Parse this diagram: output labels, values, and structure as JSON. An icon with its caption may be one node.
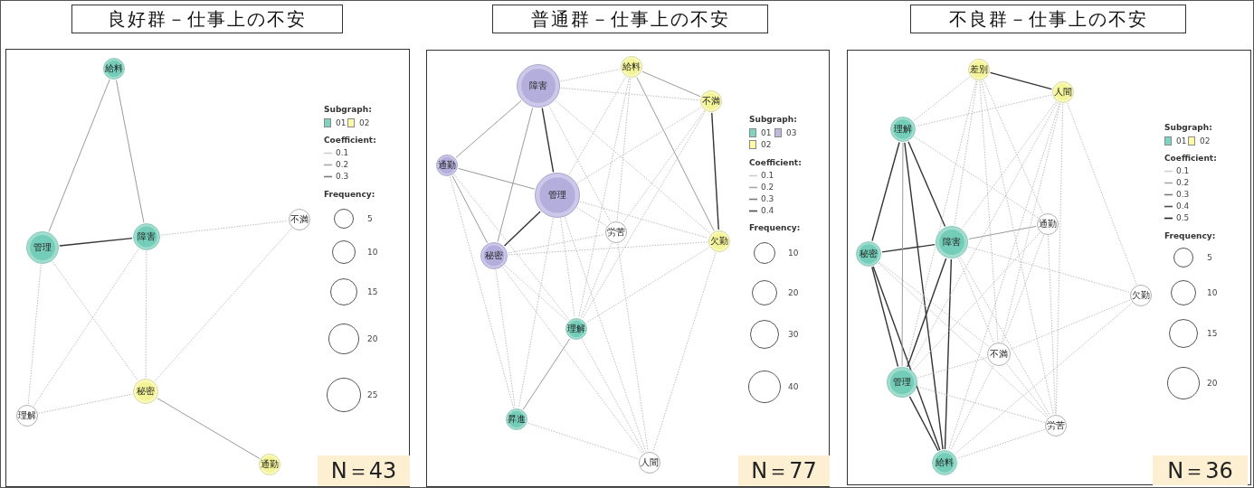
{
  "diagram": {
    "nodes": [
      {
        "text": [
          "良好群－仕事上の不安"
        ]
      },
      {
        "text": [],
        "shape": "box"
      },
      {
        "text": [
          "給料"
        ],
        "in": 1
      },
      {
        "text": [
          "不満"
        ],
        "in": 1
      },
      {
        "text": [
          "障害"
        ],
        "in": 1
      },
      {
        "text": [
          "管理"
        ],
        "in": 1
      },
      {
        "text": [
          "秘密"
        ],
        "in": 1
      },
      {
        "text": [
          "理解"
        ],
        "in": 1
      },
      {
        "text": [
          "通勤"
        ],
        "in": 1
      },
      {
        "text": [
          "N＝43"
        ],
        "in": 1
      },
      {
        "text": [
          "普通群－仕事上の不安"
        ]
      },
      {
        "text": [],
        "shape": "box"
      },
      {
        "text": [
          "給料"
        ],
        "in": 11
      },
      {
        "text": [
          "障害"
        ],
        "in": 11
      },
      {
        "text": [
          "不満"
        ],
        "in": 11
      },
      {
        "text": [
          "通勤"
        ],
        "in": 11
      },
      {
        "text": [
          "管理"
        ],
        "in": 11
      },
      {
        "text": [
          "欠勤"
        ],
        "in": 11
      },
      {
        "text": [
          "労苦"
        ],
        "in": 11
      },
      {
        "text": [
          "秘密"
        ],
        "in": 11
      },
      {
        "text": [
          "理解"
        ],
        "in": 11
      },
      {
        "text": [
          "昇進"
        ],
        "in": 11
      },
      {
        "text": [
          "人間"
        ],
        "in": 11
      },
      {
        "text": [
          "N＝77"
        ],
        "in": 11
      },
      {
        "text": [
          "不良群－仕事上の不安"
        ]
      },
      {
        "text": [],
        "shape": "box"
      },
      {
        "text": [
          "差別"
        ],
        "in": 25
      },
      {
        "text": [
          "人間"
        ],
        "in": 25
      },
      {
        "text": [
          "理解"
        ],
        "in": 25
      },
      {
        "text": [
          "通勤"
        ],
        "in": 25
      },
      {
        "text": [
          "障害"
        ],
        "in": 25
      },
      {
        "text": [
          "秘密"
        ],
        "in": 25
      },
      {
        "text": [
          "欠勤"
        ],
        "in": 25
      },
      {
        "text": [
          "不満"
        ],
        "in": 25
      },
      {
        "text": [
          "管理"
        ],
        "in": 25
      },
      {
        "text": [
          "労苦"
        ],
        "in": 25
      },
      {
        "text": [
          "給料"
        ],
        "in": 25
      },
      {
        "text": [
          "N＝36"
        ],
        "in": 25
      }
    ],
    "edges": [
      {
        "from": 2,
        "to": 5,
        "arrow": "none"
      },
      {
        "from": 2,
        "to": 4,
        "arrow": "none"
      },
      {
        "from": 5,
        "to": 4,
        "arrow": "none",
        "color": "#333333"
      },
      {
        "from": 6,
        "to": 8,
        "arrow": "none"
      },
      {
        "from": 4,
        "to": 3,
        "arrow": "none",
        "style": "dashed"
      },
      {
        "from": 5,
        "to": 7,
        "arrow": "none",
        "style": "dashed"
      },
      {
        "from": 5,
        "to": 6,
        "arrow": "none",
        "style": "dashed"
      },
      {
        "from": 4,
        "to": 6,
        "arrow": "none",
        "style": "dashed"
      },
      {
        "from": 4,
        "to": 7,
        "arrow": "none",
        "style": "dashed"
      },
      {
        "from": 3,
        "to": 6,
        "arrow": "none",
        "style": "dashed"
      },
      {
        "from": 7,
        "to": 6,
        "arrow": "none",
        "style": "dashed"
      },
      {
        "from": 13,
        "to": 16,
        "arrow": "none",
        "color": "#333333"
      },
      {
        "from": 16,
        "to": 19,
        "arrow": "none",
        "color": "#333333"
      },
      {
        "from": 14,
        "to": 17,
        "arrow": "none",
        "color": "#333333"
      },
      {
        "from": 13,
        "to": 15,
        "arrow": "none"
      },
      {
        "from": 13,
        "to": 19,
        "arrow": "none"
      },
      {
        "from": 15,
        "to": 16,
        "arrow": "none"
      },
      {
        "from": 15,
        "to": 19,
        "arrow": "none"
      },
      {
        "from": 12,
        "to": 14,
        "arrow": "none"
      },
      {
        "from": 12,
        "to": 17,
        "arrow": "none"
      },
      {
        "from": 20,
        "to": 21,
        "arrow": "none"
      },
      {
        "from": 13,
        "to": 12,
        "arrow": "none",
        "style": "dashed"
      },
      {
        "from": 13,
        "to": 14,
        "arrow": "none",
        "style": "dashed"
      },
      {
        "from": 13,
        "to": 18,
        "arrow": "none",
        "style": "dashed"
      },
      {
        "from": 13,
        "to": 17,
        "arrow": "none",
        "style": "dashed"
      },
      {
        "from": 12,
        "to": 16,
        "arrow": "none",
        "style": "dashed"
      },
      {
        "from": 12,
        "to": 18,
        "arrow": "none",
        "style": "dashed"
      },
      {
        "from": 12,
        "to": 20,
        "arrow": "none",
        "style": "dashed"
      },
      {
        "from": 14,
        "to": 16,
        "arrow": "none",
        "style": "dashed"
      },
      {
        "from": 14,
        "to": 18,
        "arrow": "none",
        "style": "dashed"
      },
      {
        "from": 14,
        "to": 20,
        "arrow": "none",
        "style": "dashed"
      },
      {
        "from": 15,
        "to": 21,
        "arrow": "none",
        "style": "dashed"
      },
      {
        "from": 15,
        "to": 20,
        "arrow": "none",
        "style": "dashed"
      },
      {
        "from": 16,
        "to": 18,
        "arrow": "none",
        "style": "dashed"
      },
      {
        "from": 16,
        "to": 17,
        "arrow": "none",
        "style": "dashed"
      },
      {
        "from": 16,
        "to": 20,
        "arrow": "none",
        "style": "dashed"
      },
      {
        "from": 16,
        "to": 21,
        "arrow": "none",
        "style": "dashed"
      },
      {
        "from": 16,
        "to": 22,
        "arrow": "none",
        "style": "dashed"
      },
      {
        "from": 19,
        "to": 18,
        "arrow": "none",
        "style": "dashed"
      },
      {
        "from": 19,
        "to": 20,
        "arrow": "none",
        "style": "dashed"
      },
      {
        "from": 19,
        "to": 21,
        "arrow": "none",
        "style": "dashed"
      },
      {
        "from": 19,
        "to": 22,
        "arrow": "none",
        "style": "dashed"
      },
      {
        "from": 18,
        "to": 20,
        "arrow": "none",
        "style": "dashed"
      },
      {
        "from": 18,
        "to": 22,
        "arrow": "none",
        "style": "dashed"
      },
      {
        "from": 17,
        "to": 19,
        "arrow": "none",
        "style": "dashed"
      },
      {
        "from": 17,
        "to": 20,
        "arrow": "none",
        "style": "dashed"
      },
      {
        "from": 17,
        "to": 22,
        "arrow": "none",
        "style": "dashed"
      },
      {
        "from": 21,
        "to": 22,
        "arrow": "none",
        "style": "dashed"
      },
      {
        "from": 20,
        "to": 22,
        "arrow": "none",
        "style": "dashed"
      },
      {
        "from": 26,
        "to": 27,
        "arrow": "none",
        "color": "#333333"
      },
      {
        "from": 28,
        "to": 31,
        "arrow": "none",
        "color": "#333333"
      },
      {
        "from": 28,
        "to": 30,
        "arrow": "none",
        "color": "#333333"
      },
      {
        "from": 28,
        "to": 36,
        "arrow": "none",
        "color": "#333333"
      },
      {
        "from": 31,
        "to": 30,
        "arrow": "none",
        "color": "#333333"
      },
      {
        "from": 31,
        "to": 34,
        "arrow": "none",
        "color": "#333333"
      },
      {
        "from": 31,
        "to": 36,
        "arrow": "none",
        "color": "#333333"
      },
      {
        "from": 30,
        "to": 34,
        "arrow": "none",
        "color": "#333333"
      },
      {
        "from": 30,
        "to": 36,
        "arrow": "none",
        "color": "#333333"
      },
      {
        "from": 34,
        "to": 36,
        "arrow": "none",
        "color": "#333333"
      },
      {
        "from": 28,
        "to": 34,
        "arrow": "none"
      },
      {
        "from": 30,
        "to": 29,
        "arrow": "none"
      },
      {
        "from": 26,
        "to": 28,
        "arrow": "none",
        "style": "dashed"
      },
      {
        "from": 26,
        "to": 30,
        "arrow": "none",
        "style": "dashed"
      },
      {
        "from": 26,
        "to": 33,
        "arrow": "none",
        "style": "dashed"
      },
      {
        "from": 26,
        "to": 35,
        "arrow": "none",
        "style": "dashed"
      },
      {
        "from": 26,
        "to": 29,
        "arrow": "none",
        "style": "dashed"
      },
      {
        "from": 26,
        "to": 34,
        "arrow": "none",
        "style": "dashed"
      },
      {
        "from": 27,
        "to": 28,
        "arrow": "none",
        "style": "dashed"
      },
      {
        "from": 27,
        "to": 30,
        "arrow": "none",
        "style": "dashed"
      },
      {
        "from": 27,
        "to": 33,
        "arrow": "none",
        "style": "dashed"
      },
      {
        "from": 27,
        "to": 35,
        "arrow": "none",
        "style": "dashed"
      },
      {
        "from": 27,
        "to": 32,
        "arrow": "none",
        "style": "dashed"
      },
      {
        "from": 27,
        "to": 34,
        "arrow": "none",
        "style": "dashed"
      },
      {
        "from": 27,
        "to": 36,
        "arrow": "none",
        "style": "dashed"
      },
      {
        "from": 28,
        "to": 29,
        "arrow": "none",
        "style": "dashed"
      },
      {
        "from": 29,
        "to": 33,
        "arrow": "none",
        "style": "dashed"
      },
      {
        "from": 29,
        "to": 35,
        "arrow": "none",
        "style": "dashed"
      },
      {
        "from": 29,
        "to": 34,
        "arrow": "none",
        "style": "dashed"
      },
      {
        "from": 30,
        "to": 32,
        "arrow": "none",
        "style": "dashed"
      },
      {
        "from": 30,
        "to": 33,
        "arrow": "none",
        "style": "dashed"
      },
      {
        "from": 30,
        "to": 35,
        "arrow": "none",
        "style": "dashed"
      },
      {
        "from": 31,
        "to": 33,
        "arrow": "none",
        "style": "dashed"
      },
      {
        "from": 31,
        "to": 35,
        "arrow": "none",
        "style": "dashed"
      },
      {
        "from": 32,
        "to": 33,
        "arrow": "none",
        "style": "dashed"
      },
      {
        "from": 32,
        "to": 36,
        "arrow": "none",
        "style": "dashed"
      },
      {
        "from": 33,
        "to": 34,
        "arrow": "none",
        "style": "dashed"
      },
      {
        "from": 33,
        "to": 36,
        "arrow": "none",
        "style": "dashed"
      },
      {
        "from": 34,
        "to": 35,
        "arrow": "none",
        "style": "dashed"
      },
      {
        "from": 35,
        "to": 36,
        "arrow": "none",
        "style": "dashed"
      },
      {
        "from": 33,
        "to": 35,
        "arrow": "none",
        "style": "dashed"
      }
    ],
    "labels": [
      "Subgraph:",
      "Coefficient:",
      "Frequency:",
      "Subgraph:",
      "Coefficient:",
      "Frequency:",
      "Subgraph:",
      "Coefficient:",
      "Frequency:"
    ],
    "legend": [
      {
        "text": "01",
        "color": "#7fd3bf"
      },
      {
        "text": "02",
        "color": "#fafaa8"
      },
      {
        "text": "0.1"
      },
      {
        "text": "0.2"
      },
      {
        "text": "0.3"
      },
      {
        "text": "5"
      },
      {
        "text": "10"
      },
      {
        "text": "15"
      },
      {
        "text": "20"
      },
      {
        "text": "25"
      },
      {
        "text": "01",
        "color": "#7fd3bf"
      },
      {
        "text": "03",
        "color": "#bdb8e0"
      },
      {
        "text": "02",
        "color": "#fafaa8"
      },
      {
        "text": "0.1"
      },
      {
        "text": "0.2"
      },
      {
        "text": "0.3"
      },
      {
        "text": "0.4"
      },
      {
        "text": "10"
      },
      {
        "text": "20"
      },
      {
        "text": "30"
      },
      {
        "text": "40"
      },
      {
        "text": "01",
        "color": "#7fd3bf"
      },
      {
        "text": "02",
        "color": "#fafaa8"
      },
      {
        "text": "0.1"
      },
      {
        "text": "0.2"
      },
      {
        "text": "0.3"
      },
      {
        "text": "0.4"
      },
      {
        "text": "0.5"
      },
      {
        "text": "5"
      },
      {
        "text": "10"
      },
      {
        "text": "15"
      },
      {
        "text": "20"
      }
    ]
  }
}
